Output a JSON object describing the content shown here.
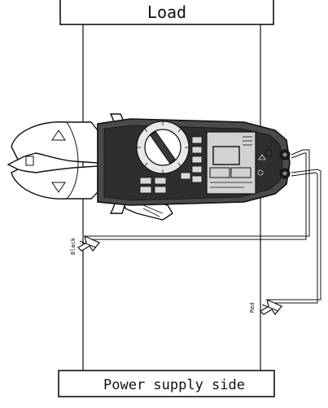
{
  "load_label": "Load",
  "power_label": "Power supply side",
  "black_probe_label": "Black",
  "red_probe_label": "Red",
  "colors": {
    "line": "#111111",
    "meter_body": "#3a3a3a",
    "meter_dark": "#1e1e1e",
    "display_bg": "#cfcfcf"
  },
  "icons": [
    "clamp-meter-icon",
    "probe-clip-icon",
    "rotary-dial-icon"
  ]
}
